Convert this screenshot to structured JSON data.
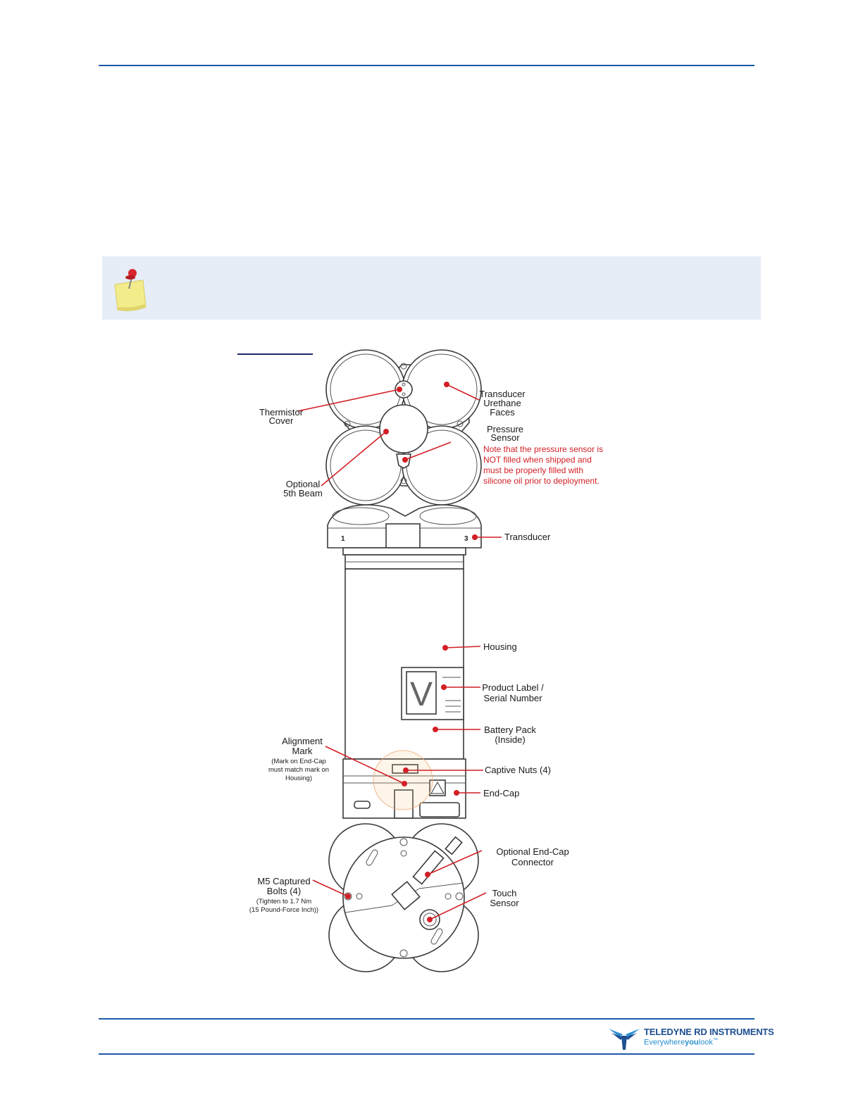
{
  "colors": {
    "rule": "#1f5aa8",
    "note_background": "#e6edf6",
    "callout": "#d21f26",
    "brand": "#1e4f91",
    "brand_accent": "#2a8fd0"
  },
  "note": {
    "icon": "pushpin-note-icon"
  },
  "figure": {
    "labels": {
      "transducer_urethane_faces": [
        "Transducer",
        "Urethane",
        "Faces"
      ],
      "thermistor_cover": [
        "Thermistor",
        "Cover"
      ],
      "pressure_sensor": [
        "Pressure",
        "Sensor"
      ],
      "pressure_note": [
        "Note that the pressure sensor is",
        "NOT filled when shipped and",
        "must be properly filled with",
        "silicone oil prior to deployment."
      ],
      "optional_5th_beam": [
        "Optional",
        "5th Beam"
      ],
      "transducer": "Transducer",
      "beam_1": "1",
      "beam_3": "3",
      "housing": "Housing",
      "product_label": [
        "Product Label /",
        "Serial Number"
      ],
      "battery_pack": [
        "Battery Pack",
        "(Inside)"
      ],
      "alignment_mark": [
        "Alignment",
        "Mark"
      ],
      "alignment_note": [
        "(Mark on End-Cap",
        "must match mark on",
        "Housing)"
      ],
      "captive_nuts": "Captive Nuts (4)",
      "end_cap": "End-Cap",
      "optional_end_cap_connector": [
        "Optional End-Cap",
        "Connector"
      ],
      "m5_bolts": [
        "M5 Captured",
        "Bolts (4)"
      ],
      "m5_note": [
        "(Tighten to 1.7 Nm",
        "(15 Pound-Force Inch))"
      ],
      "touch_sensor": [
        "Touch",
        "Sensor"
      ],
      "product_label_letter": "V"
    }
  },
  "footer": {
    "brand": "TELEDYNE RD INSTRUMENTS",
    "tagline_prefix": "Everywhere",
    "tagline_bold": "you",
    "tagline_suffix": "look",
    "tagline_mark": "™"
  }
}
